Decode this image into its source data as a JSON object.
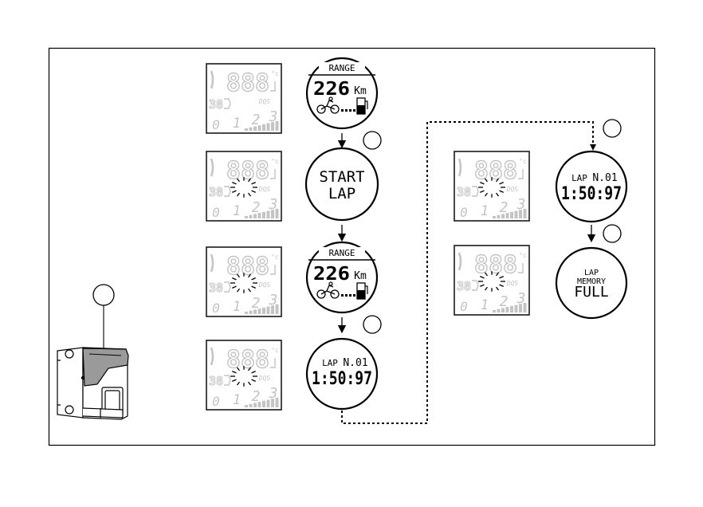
{
  "colors": {
    "ink": "#000000",
    "panel_ghost": "#c4c4c4",
    "panel_border": "#1a1a1a",
    "switch_gray": "#9a9a9a",
    "background": "#ffffff"
  },
  "panels": [
    {
      "id": "p1",
      "blink": false
    },
    {
      "id": "p2",
      "blink": true
    },
    {
      "id": "p3",
      "blink": true
    },
    {
      "id": "p4",
      "blink": true
    },
    {
      "id": "p5",
      "blink": true
    },
    {
      "id": "p6",
      "blink": true
    }
  ],
  "panel_text": {
    "speed": "888",
    "gear_prefix": "38",
    "dqs": "DQS",
    "degree": "°c",
    "gears": [
      "0",
      "1",
      "2",
      "3"
    ]
  },
  "screens": {
    "range_label": "RANGE",
    "range_value": "226",
    "range_unit": "Km",
    "start_lap_line1": "START",
    "start_lap_line2": "LAP",
    "lap_label": "LAP",
    "lap_number": "N.01",
    "lap_time": "1:50:97",
    "memory_line1": "LAP",
    "memory_line2": "MEMORY",
    "memory_line3": "FULL"
  },
  "icons": {
    "rider": "bicycle-rider-icon",
    "fuel": "fuel-pump-icon",
    "switch": "handlebar-switch-icon"
  }
}
